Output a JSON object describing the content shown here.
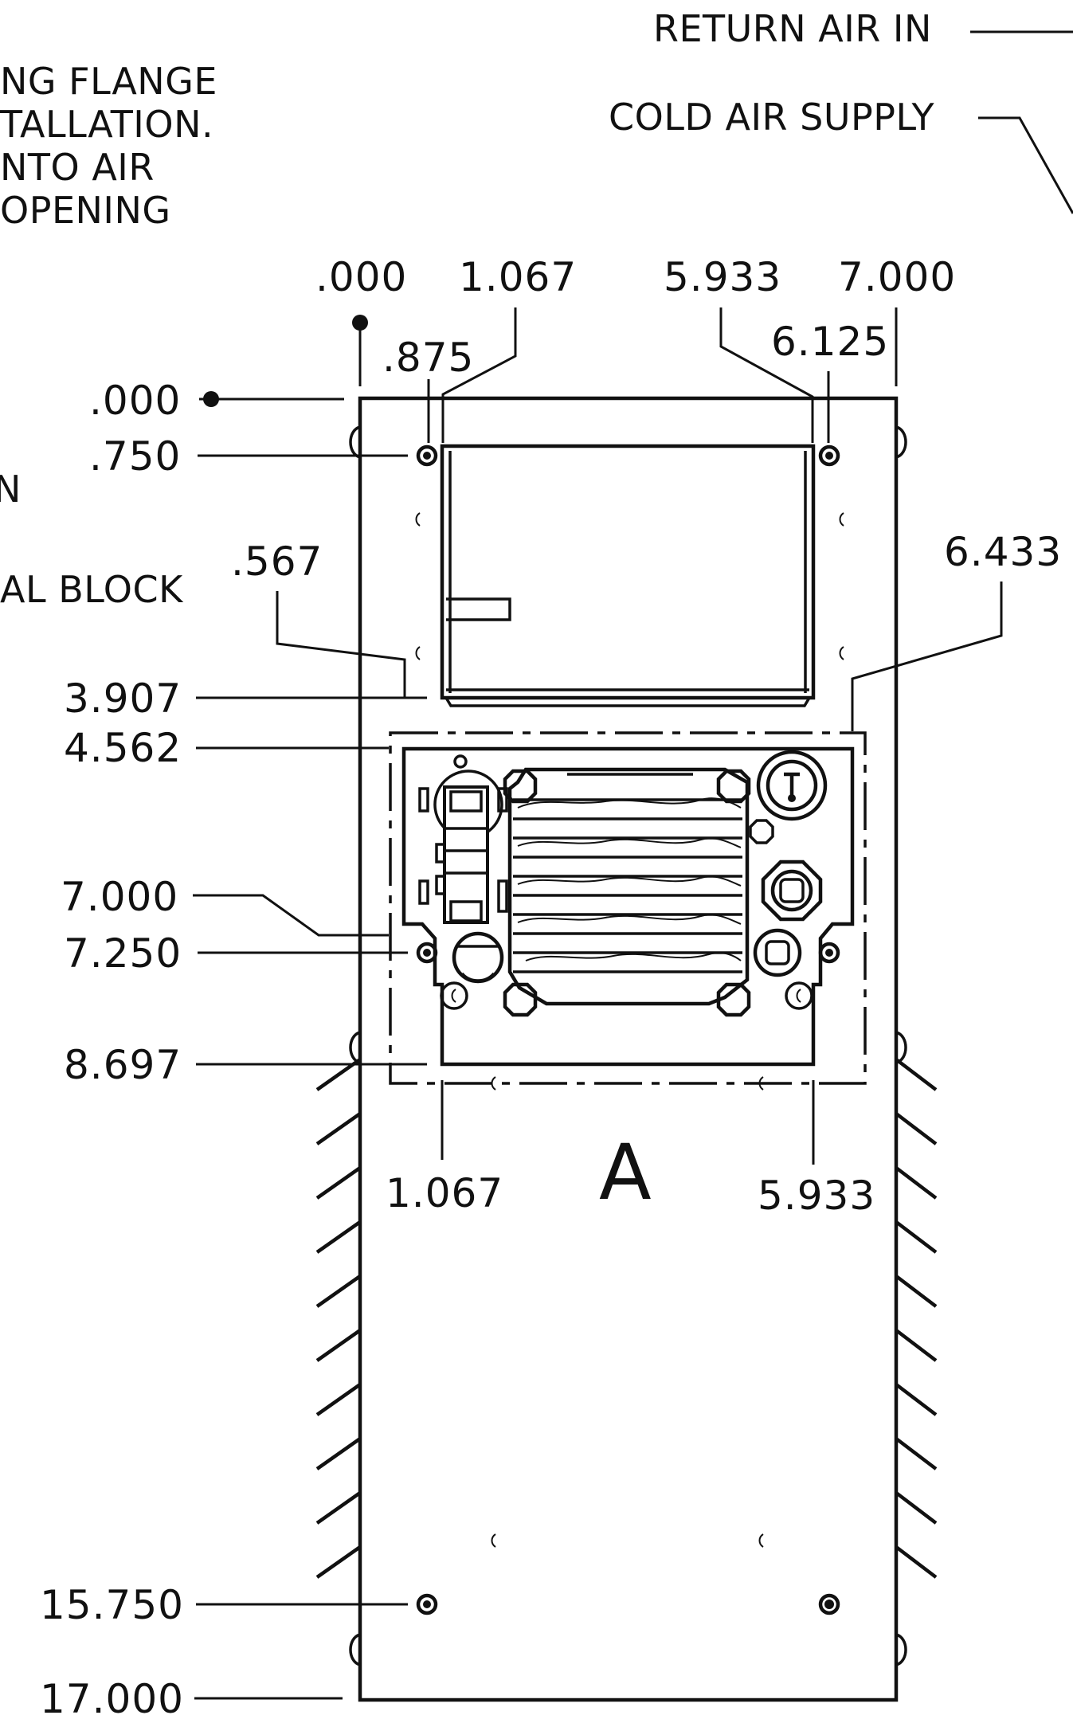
{
  "notes": {
    "return_air": "RETURN AIR IN",
    "cold_air": "COLD AIR SUPPLY",
    "flange_line1": "NG FLANGE",
    "flange_line2": "TALLATION.",
    "flange_line3": "NTO AIR",
    "flange_line4": "OPENING",
    "partial_n": "N",
    "terminal_block": "AL BLOCK"
  },
  "top_dims": {
    "d000": ".000",
    "d1067": "1.067",
    "d5933": "5.933",
    "d7000": "7.000",
    "d875": ".875",
    "d6125": "6.125",
    "d567": ".567",
    "d6433": "6.433"
  },
  "left_dims": {
    "d000": ".000",
    "d750": ".750",
    "d3907": "3.907",
    "d4562": "4.562",
    "d7000": "7.000",
    "d7250": "7.250",
    "d8697": "8.697",
    "d15750": "15.750",
    "d17000": "17.000"
  },
  "bottom_dims": {
    "d1067": "1.067",
    "d5933": "5.933"
  },
  "view_label": "A",
  "colors": {
    "line": "#111111",
    "background": "#ffffff"
  }
}
